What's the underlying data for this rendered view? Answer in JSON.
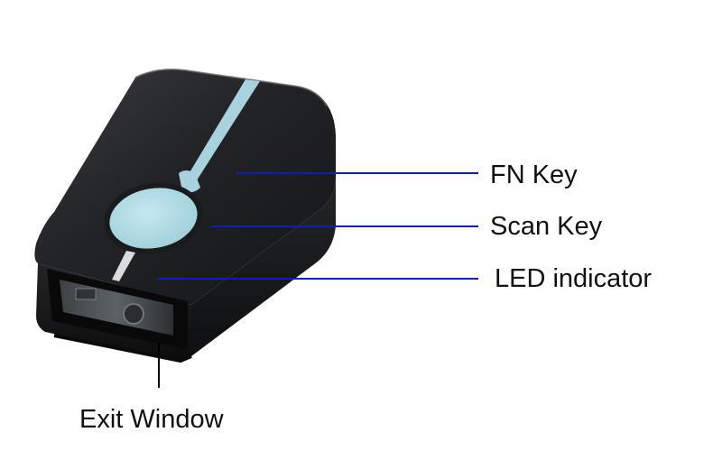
{
  "callouts": {
    "fn_key": "FN Key",
    "scan_key": "Scan Key",
    "led_indicator": "LED indicator",
    "exit_window": "Exit Window"
  },
  "colors": {
    "body": "#1b1c1e",
    "accent_strip": "#a9d2df",
    "scan_button": "#b3dde6",
    "leader_line_blue": "#0a1fc0",
    "leader_line_black": "#000000"
  }
}
